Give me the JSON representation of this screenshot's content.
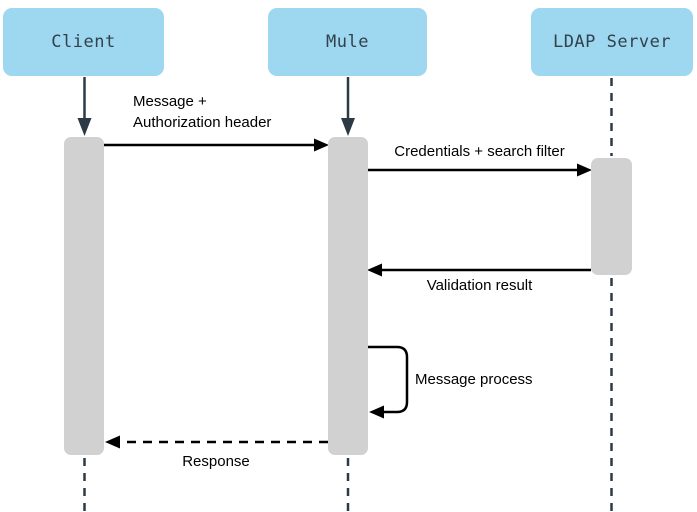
{
  "colors": {
    "actor_fill": "#9ed7f0",
    "actor_text": "#32414b",
    "activation_fill": "#d1d1d1",
    "lifeline_color": "#2d3a46",
    "arrow_color": "#000000",
    "background": "#ffffff"
  },
  "diagram": {
    "type": "sequence",
    "actors": [
      {
        "id": "client",
        "label": "Client"
      },
      {
        "id": "mule",
        "label": "Mule"
      },
      {
        "id": "ldap",
        "label": "LDAP Server"
      }
    ],
    "messages": [
      {
        "from": "Client",
        "to": "Mule",
        "style": "solid",
        "label": "Message +\nAuthorization header"
      },
      {
        "from": "Mule",
        "to": "LDAP Server",
        "style": "solid",
        "label": "Credentials + search filter"
      },
      {
        "from": "LDAP Server",
        "to": "Mule",
        "style": "solid",
        "label": "Validation result"
      },
      {
        "from": "Mule",
        "to": "Mule",
        "style": "self",
        "label": "Message process"
      },
      {
        "from": "Mule",
        "to": "Client",
        "style": "dashed",
        "label": "Response"
      }
    ]
  }
}
